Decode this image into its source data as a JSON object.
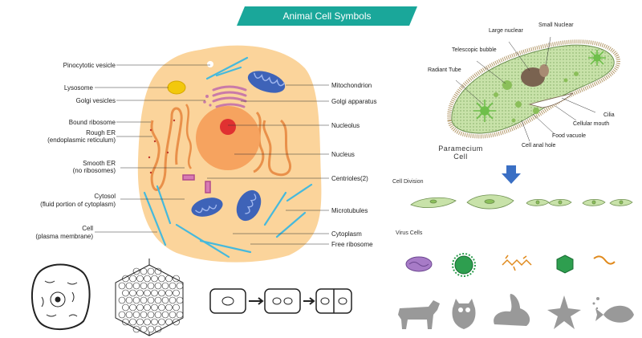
{
  "title": "Animal Cell Symbols",
  "colors": {
    "banner": "#1aa79a",
    "cytoplasm": "#fbd49b",
    "nucleus": "#f6a35f",
    "nucleolus": "#e03131",
    "mitochondrion": "#3e63b8",
    "golgi": "#c97aa8",
    "microtubule": "#46b9dc",
    "lysosome": "#f2c80c",
    "paramecium": "#c8e2a9",
    "silhouette": "#999999"
  },
  "cell_labels_left": [
    "Pinocytotic vesicle",
    "Lysosome",
    "Golgi vesicles",
    "Bound ribosome",
    "Rough ER",
    "(endoplasmic reticulum)",
    "Smooth ER",
    "(no ribosomes)",
    "Cytosol",
    "(fluid portion of cytoplasm)",
    "Cell",
    "(plasma membrane)"
  ],
  "cell_labels_right": [
    "Mitochondrion",
    "Golgi apparatus",
    "Nucleolus",
    "Nucleus",
    "Centrioles(2)",
    "Microtubules",
    "Cytoplasm",
    "Free ribosome"
  ],
  "paramecium": {
    "labels": {
      "radiant_tube": "Radiant Tube",
      "telescopic_bubble": "Telescopic bubble",
      "large_nuclear": "Large nuclear",
      "small_nuclear": "Small Nuclear",
      "cilia": "Cilia",
      "cellular_mouth": "Cellular mouth",
      "food_vacuole": "Food vacuole",
      "cell_anal_hole": "Cell anal hole"
    },
    "caption": "Paramecium Cell"
  },
  "sections": {
    "cell_division": "Cell Division",
    "virus_cells": "Virus Cells"
  },
  "icons": {
    "arrow": "down-arrow-icon",
    "silhouettes": [
      "cow-icon",
      "owl-icon",
      "rabbit-icon",
      "starfish-icon",
      "fish-icon"
    ],
    "viruses": [
      "capsule-virus-icon",
      "spiky-virus-icon",
      "bacteriophage-cluster-icon",
      "polyhedral-virus-icon",
      "filament-virus-icon"
    ]
  }
}
